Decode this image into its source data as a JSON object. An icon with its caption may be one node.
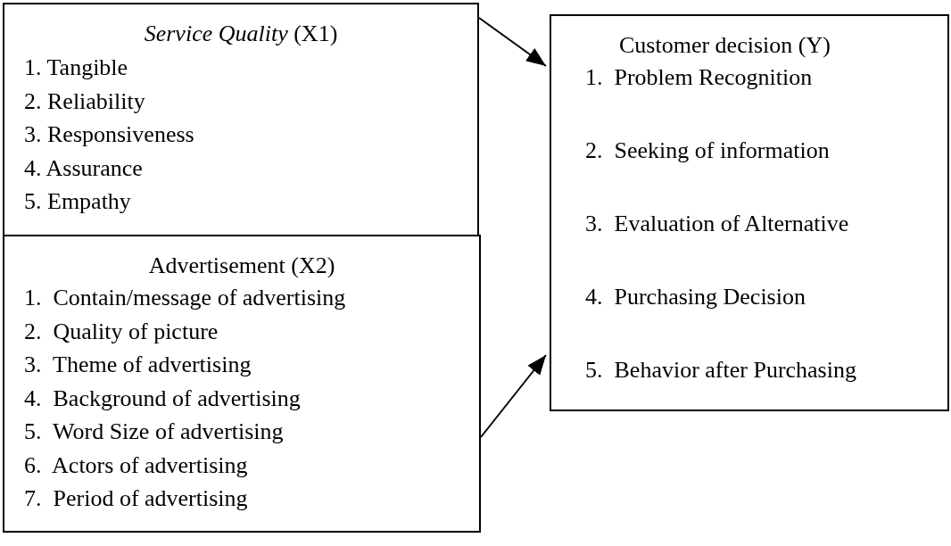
{
  "diagram": {
    "nodes": [
      {
        "text": [
          "*Service Quality* (X1)",
          "1. Tangible",
          "2. Reliability",
          "3. Responsiveness",
          "4. Assurance",
          "5. Empathy"
        ]
      },
      {
        "text": [
          "Advertisement (X2)",
          "1.  Contain/message of advertising",
          "2.  Quality of picture",
          "3.  Theme of advertising",
          "4.  Background of advertising",
          "5.  Word Size of advertising",
          "6.  Actors of advertising",
          "7.  Period of advertising"
        ]
      },
      {
        "text": [
          "Customer decision (Y)",
          "1.  Problem Recognition",
          "2.  Seeking of information",
          "3.  Evaluation of Alternative",
          "4.  Purchasing Decision",
          "5.  Behavior after Purchasing"
        ]
      }
    ],
    "edges": [
      {
        "from": 0,
        "to": 2,
        "arrow": "to"
      },
      {
        "from": 1,
        "to": 2,
        "arrow": "to"
      }
    ]
  }
}
